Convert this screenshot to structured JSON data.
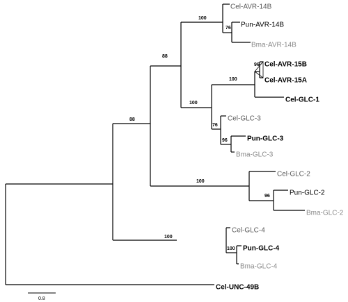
{
  "tree": {
    "colors": {
      "branch": "#000000",
      "label_dark": "#000000",
      "label_mid": "#5a5a5a",
      "label_light": "#8a8a8a"
    },
    "taxa": [
      {
        "id": "cel-avr-14b",
        "label": "Cel-AVR-14B",
        "tone": "label_mid",
        "bold": false
      },
      {
        "id": "pun-avr-14b",
        "label": "Pun-AVR-14B",
        "tone": "label_dark",
        "bold": false
      },
      {
        "id": "bma-avr-14b",
        "label": "Bma-AVR-14B",
        "tone": "label_light",
        "bold": false
      },
      {
        "id": "cel-avr-15b",
        "label": "Cel-AVR-15B",
        "tone": "label_dark",
        "bold": true
      },
      {
        "id": "cel-avr-15a",
        "label": "Cel-AVR-15A",
        "tone": "label_dark",
        "bold": true
      },
      {
        "id": "cel-glc-1",
        "label": "Cel-GLC-1",
        "tone": "label_dark",
        "bold": true
      },
      {
        "id": "cel-glc-3",
        "label": "Cel-GLC-3",
        "tone": "label_mid",
        "bold": false
      },
      {
        "id": "pun-glc-3",
        "label": "Pun-GLC-3",
        "tone": "label_dark",
        "bold": true
      },
      {
        "id": "bma-glc-3",
        "label": "Bma-GLC-3",
        "tone": "label_light",
        "bold": false
      },
      {
        "id": "cel-glc-2",
        "label": "Cel-GLC-2",
        "tone": "label_mid",
        "bold": false
      },
      {
        "id": "pun-glc-2",
        "label": "Pun-GLC-2",
        "tone": "label_dark",
        "bold": false
      },
      {
        "id": "bma-glc-2",
        "label": "Bma-GLC-2",
        "tone": "label_light",
        "bold": false
      },
      {
        "id": "cel-glc-4",
        "label": "Cel-GLC-4",
        "tone": "label_mid",
        "bold": false
      },
      {
        "id": "pun-glc-4",
        "label": "Pun-GLC-4",
        "tone": "label_dark",
        "bold": true
      },
      {
        "id": "bma-glc-4",
        "label": "Bma-GLC-4",
        "tone": "label_light",
        "bold": false
      },
      {
        "id": "cel-unc-49b",
        "label": "Cel-UNC-49B",
        "tone": "label_dark",
        "bold": true
      }
    ],
    "support_values": [
      {
        "id": "avr14-clade",
        "value": "100"
      },
      {
        "id": "pun-bma-avr14",
        "value": "76"
      },
      {
        "id": "avr-glc1-glc3-clade",
        "value": "88"
      },
      {
        "id": "avr15-clade",
        "value": "96"
      },
      {
        "id": "avr15-glc1-clade",
        "value": "100"
      },
      {
        "id": "avr15-glc1-glc3-clade",
        "value": "100"
      },
      {
        "id": "glc3-clade",
        "value": "76"
      },
      {
        "id": "pun-bma-glc3",
        "value": "96"
      },
      {
        "id": "ingroup-clade",
        "value": "88"
      },
      {
        "id": "glc2-clade",
        "value": "100"
      },
      {
        "id": "pun-bma-glc2",
        "value": "96"
      },
      {
        "id": "glc4-clade",
        "value": "100"
      },
      {
        "id": "pun-bma-glc4",
        "value": "100"
      }
    ],
    "scale_bar": {
      "label": "0.8"
    }
  }
}
